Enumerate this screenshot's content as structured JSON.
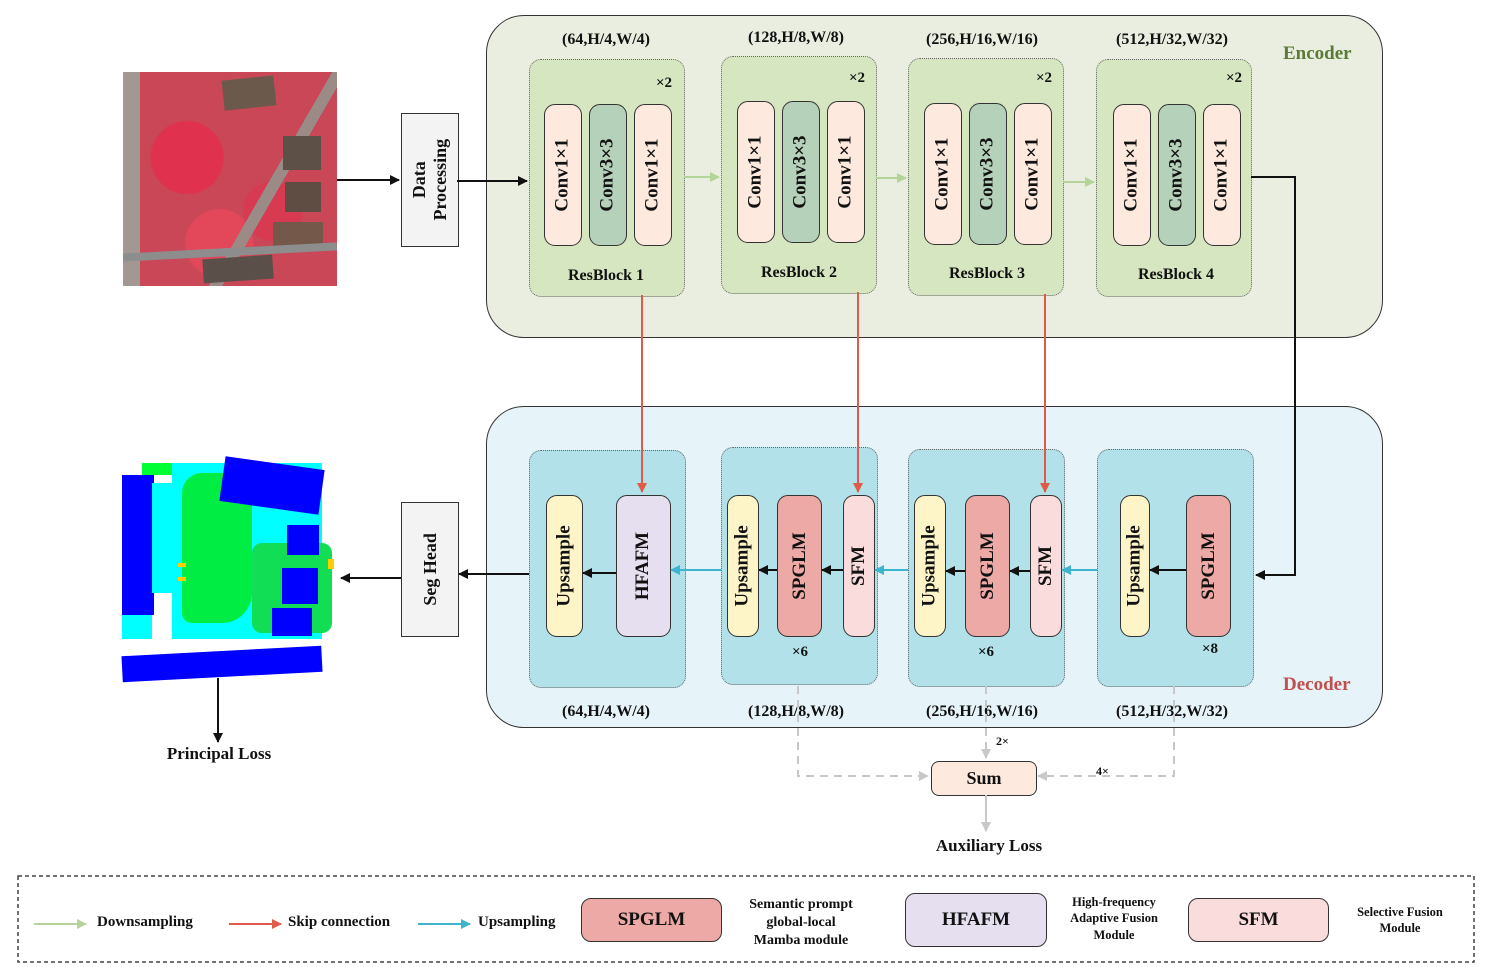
{
  "encoder": {
    "title": "Encoder",
    "blocks": [
      {
        "label": "ResBlock 1",
        "dims": "(64,H/4,W/4)",
        "repeat": "×2",
        "convs": [
          "Conv1×1",
          "Conv3×3",
          "Conv1×1"
        ]
      },
      {
        "label": "ResBlock 2",
        "dims": "(128,H/8,W/8)",
        "repeat": "×2",
        "convs": [
          "Conv1×1",
          "Conv3×3",
          "Conv1×1"
        ]
      },
      {
        "label": "ResBlock 3",
        "dims": "(256,H/16,W/16)",
        "repeat": "×2",
        "convs": [
          "Conv1×1",
          "Conv3×3",
          "Conv1×1"
        ]
      },
      {
        "label": "ResBlock 4",
        "dims": "(512,H/32,W/32)",
        "repeat": "×2",
        "convs": [
          "Conv1×1",
          "Conv3×3",
          "Conv1×1"
        ]
      }
    ]
  },
  "decoder": {
    "title": "Decoder",
    "blocks": [
      {
        "dims": "(64,H/4,W/4)",
        "modules": [
          "Upsample",
          "HFAFM"
        ],
        "repeat": ""
      },
      {
        "dims": "(128,H/8,W/8)",
        "modules": [
          "Upsample",
          "SPGLM",
          "SFM"
        ],
        "repeat": "×6"
      },
      {
        "dims": "(256,H/16,W/16)",
        "modules": [
          "Upsample",
          "SPGLM",
          "SFM"
        ],
        "repeat": "×6"
      },
      {
        "dims": "(512,H/32,W/32)",
        "modules": [
          "Upsample",
          "SPGLM"
        ],
        "repeat": "×8"
      }
    ]
  },
  "data_processing": "Data Processing",
  "data_processing_lines": [
    "Data",
    "Processing"
  ],
  "seg_head": "Seg Head",
  "principal_loss": "Principal Loss",
  "sum": "Sum",
  "auxiliary_loss": "Auxiliary Loss",
  "scale_2x": "2×",
  "scale_4x": "4×",
  "legend": {
    "downsampling": "Downsampling",
    "skip": "Skip connection",
    "upsampling": "Upsampling",
    "spglm": "SPGLM",
    "spglm_desc": [
      "Semantic prompt",
      "global-local",
      "Mamba module"
    ],
    "hfafm": "HFAFM",
    "hfafm_desc": [
      "High-frequency",
      "Adaptive Fusion",
      "Module"
    ],
    "sfm": "SFM",
    "sfm_desc": [
      "Selective Fusion",
      "Module"
    ]
  },
  "colors": {
    "encoder_title": "#5b7a35",
    "decoder_title": "#c0504d",
    "downsample_arrow": "#b5d49a",
    "skip_arrow": "#e05a4a",
    "upsample_arrow": "#3fb4cf",
    "aux_arrow": "#c8c8c8"
  },
  "images": {
    "input": "input-aerial-image",
    "output": "segmentation-map"
  }
}
